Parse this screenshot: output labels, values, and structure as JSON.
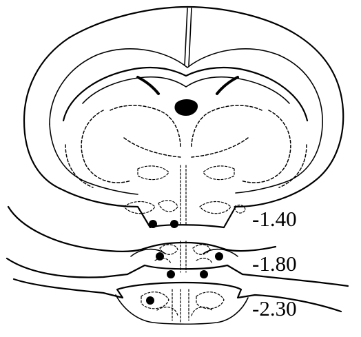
{
  "levels": [
    {
      "label": "-1.40"
    },
    {
      "label": "-1.80"
    },
    {
      "label": "-2.30"
    }
  ]
}
